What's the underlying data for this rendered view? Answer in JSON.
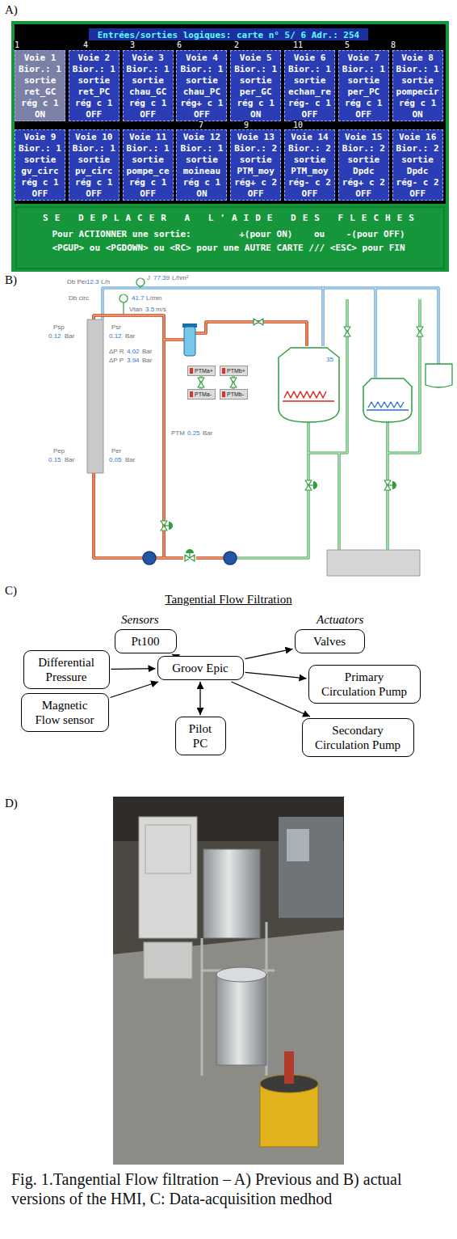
{
  "diagram": {
    "caption": "Fig. 1.Tangential Flow filtration – A) Previous and B) actual versions of the HMI, C: Data-acquisition medhod",
    "nodes": [
      {
        "text": [
          "Voie 1",
          "Bior.: 1",
          "sortie",
          "ret_GC",
          "rég c 1",
          "ON"
        ]
      },
      {
        "text": [
          "Voie 2",
          "Bior.: 1",
          "sortie",
          "ret_PC",
          "rég c 1",
          "OFF"
        ]
      },
      {
        "text": [
          "Voie 3",
          "Bior.: 1",
          "sortie",
          "chau_GC",
          "rég c 1",
          "OFF"
        ]
      },
      {
        "text": [
          "Voie 4",
          "Bior.: 1",
          "sortie",
          "chau_PC",
          "rég+ c 1",
          "OFF"
        ]
      },
      {
        "text": [
          "Voie 5",
          "Bior.: 1",
          "sortie",
          "per_GC",
          "rég c 1",
          "ON"
        ]
      },
      {
        "text": [
          "Voie 6",
          "Bior.: 1",
          "sortie",
          "echan_re",
          "rég- c 1",
          "OFF"
        ]
      },
      {
        "text": [
          "Voie 7",
          "Bior.: 1",
          "sortie",
          "per_PC",
          "rég c 1",
          "OFF"
        ]
      },
      {
        "text": [
          "Voie 8",
          "Bior.: 1",
          "sortie",
          "pompecir",
          "rég c 1",
          "ON"
        ]
      },
      {
        "text": [
          "Voie 9",
          "Bior.: 1",
          "sortie",
          "gv_circ",
          "rég c 1",
          "OFF"
        ]
      },
      {
        "text": [
          "Voie 10",
          "Bior.: 1",
          "sortie",
          "pv_circ",
          "rég c 1",
          "OFF"
        ]
      },
      {
        "text": [
          "Voie 11",
          "Bior.: 1",
          "sortie",
          "pompe_ce",
          "rég c 1",
          "OFF"
        ]
      },
      {
        "text": [
          "Voie 12",
          "Bior.: 1",
          "sortie",
          "moineau",
          "rég c 1",
          "ON"
        ]
      },
      {
        "text": [
          "Voie 13",
          "Bior.: 2",
          "sortie",
          "PTM_moy",
          "rég+ c 2",
          "OFF"
        ]
      },
      {
        "text": [
          "Voie 14",
          "Bior.: 2",
          "sortie",
          "PTM_moy",
          "rég- c 2",
          "OFF"
        ]
      },
      {
        "text": [
          "Voie 15",
          "Bior.: 2",
          "sortie",
          "Dpdc",
          "rég+ c 2",
          "OFF"
        ]
      },
      {
        "text": [
          "Voie 16",
          "Bior.: 2",
          "sortie",
          "Dpdc",
          "rég- c 2",
          "OFF"
        ]
      },
      {
        "text": [
          "PTMa+"
        ]
      },
      {
        "text": [
          "PTMb+"
        ]
      },
      {
        "text": [
          "PTMa-"
        ]
      },
      {
        "text": [
          "PTMb-"
        ]
      },
      {
        "text": [
          "Pt100"
        ]
      },
      {
        "text": [
          "Valves"
        ]
      },
      {
        "text": [
          "Differential Pressure"
        ]
      },
      {
        "text": [
          "Groov Epic"
        ]
      },
      {
        "text": [
          "Primary Circulation Pump"
        ]
      },
      {
        "text": [
          "Magnetic Flow sensor"
        ]
      },
      {
        "text": [
          "Secondary Circulation Pump"
        ]
      },
      {
        "text": [
          "Pilot PC"
        ]
      }
    ],
    "edges": [
      {
        "from": 20,
        "to": 23,
        "arrow": "to"
      },
      {
        "from": 22,
        "to": 23,
        "arrow": "to"
      },
      {
        "from": 25,
        "to": 23,
        "arrow": "to"
      },
      {
        "from": 23,
        "to": 21,
        "arrow": "to"
      },
      {
        "from": 23,
        "to": 24,
        "arrow": "to"
      },
      {
        "from": 23,
        "to": 26,
        "arrow": "to"
      },
      {
        "from": 23,
        "to": 27,
        "arrow": "both"
      }
    ],
    "labels": [
      "A)",
      "Entrées/sorties logiques: carte n° 5/ 6 Adr.: 254",
      "1",
      "4",
      "3",
      "6",
      "2",
      "11",
      "5",
      "8",
      "7",
      "9",
      "10",
      "SE DEPLACER A L'AIDE DES FLECHES",
      "Pour ACTIONNER une sortie:         +(pour ON)    ou    -(pour OFF)",
      "<PGUP> ou <PGDOWN> ou <RC> pour une AUTRE CARTE /// <ESC> pour FIN",
      "B)",
      "Db Per",
      "12.3",
      "L/h",
      "J",
      "77.39",
      "L/hm²",
      "Db circ",
      "41.7",
      "L/min",
      "Vtan",
      "3.5",
      "m/s",
      "Psp",
      "0.12",
      "Bar",
      "Psr",
      "0.12",
      "Bar",
      "ΔP R",
      "4.02",
      "Bar",
      "ΔP P",
      "3.94",
      "Bar",
      "Pep",
      "0.15",
      "Bar",
      "Per",
      "0.05",
      "Bar",
      "PTM",
      "0.25",
      "Bar",
      "35",
      "C)",
      "Tangential Flow Filtration",
      "Sensors",
      "Actuators",
      "D)"
    ]
  }
}
